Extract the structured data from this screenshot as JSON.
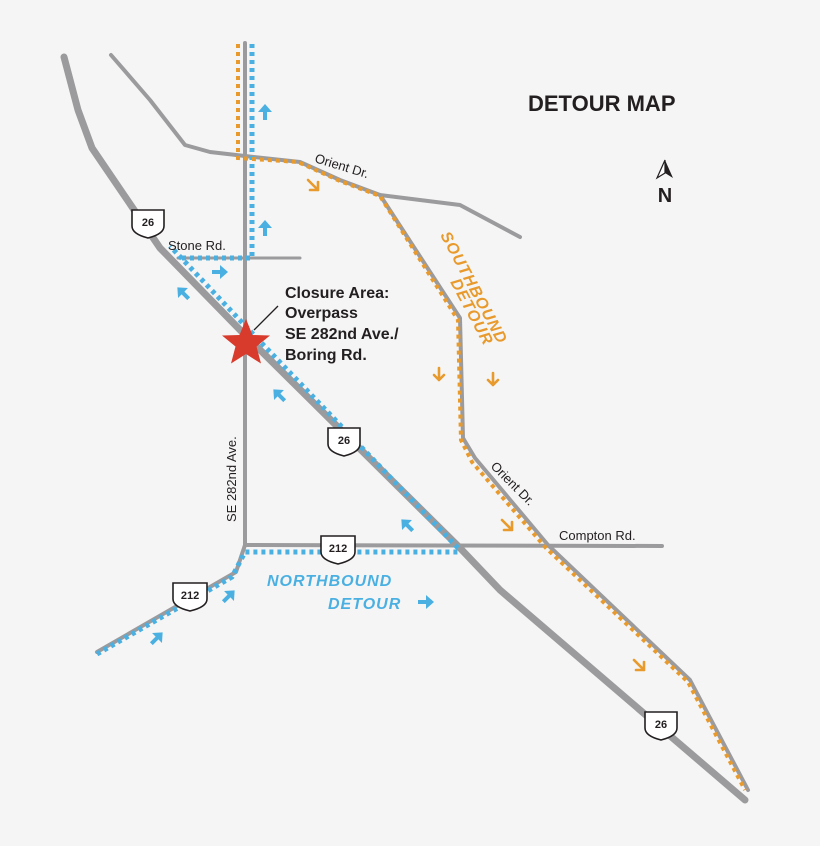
{
  "title": "DETOUR MAP",
  "north_label": "N",
  "closure": {
    "line1": "Closure Area:",
    "line2": "Overpass",
    "line3": "SE 282nd Ave./",
    "line4": "Boring Rd."
  },
  "roads": {
    "orient_upper": "Orient Dr.",
    "orient_lower": "Orient Dr.",
    "stone": "Stone Rd.",
    "compton": "Compton Rd.",
    "se282": "SE 282nd Ave."
  },
  "shields": {
    "us26_top": "26",
    "us26_mid": "26",
    "us26_bottom": "26",
    "us212_center": "212",
    "us212_left": "212"
  },
  "detours": {
    "southbound_line1": "SOUTHBOUND",
    "southbound_line2": "DETOUR",
    "northbound_line1": "NORTHBOUND",
    "northbound_line2": "DETOUR"
  },
  "colors": {
    "background": "#f5f5f5",
    "road": "#9b9b9d",
    "southbound": "#e89a2c",
    "northbound": "#4ab0e2",
    "closure_star": "#d83a2b",
    "text": "#231f20"
  }
}
